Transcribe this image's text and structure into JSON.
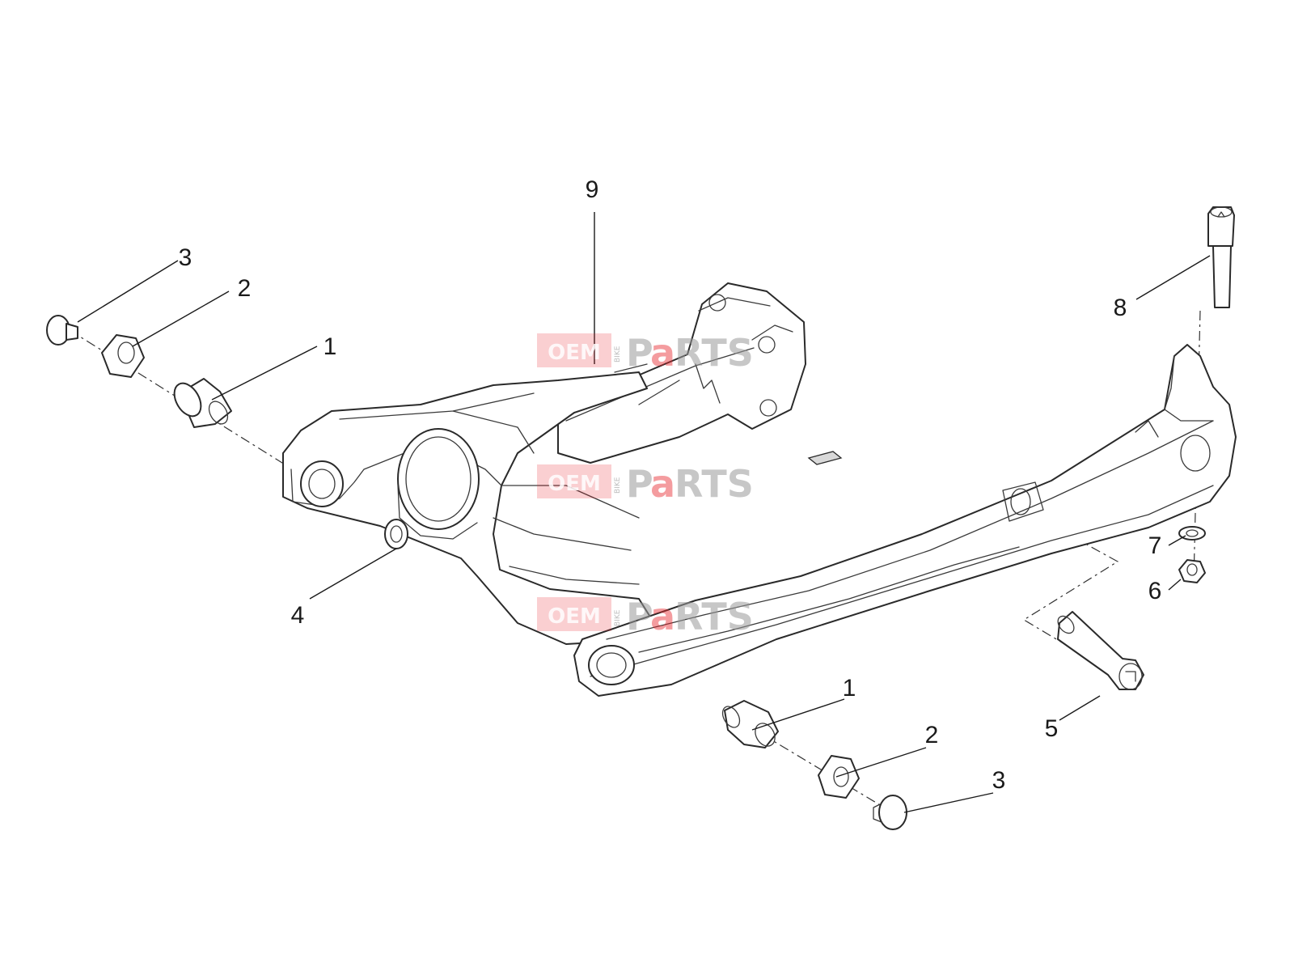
{
  "callouts": {
    "c1a": "1",
    "c1b": "1",
    "c2a": "2",
    "c2b": "2",
    "c3a": "3",
    "c3b": "3",
    "c4": "4",
    "c5": "5",
    "c6": "6",
    "c7": "7",
    "c8": "8",
    "c9": "9"
  },
  "watermark": {
    "oem": "OEM",
    "bike": "BIKE",
    "p": "P",
    "a": "a",
    "rts": "RTS"
  },
  "colors": {
    "line": "#2a2a2a",
    "watermark_red": "#e8262c",
    "watermark_gray": "#9a9a9a",
    "background": "#ffffff"
  }
}
